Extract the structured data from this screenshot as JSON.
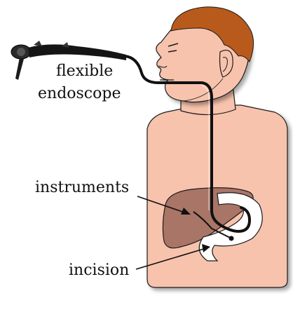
{
  "labels": {
    "endoscope_line1": "flexible",
    "endoscope_line2": "endoscope",
    "instruments": "instruments",
    "incision": "incision"
  },
  "colors": {
    "skin": "#f7c3ad",
    "skin_outline": "#1a1a1a",
    "hair": "#b85a1c",
    "liver": "#a97567",
    "stomach": "#ffffff",
    "scope": "#111111"
  }
}
